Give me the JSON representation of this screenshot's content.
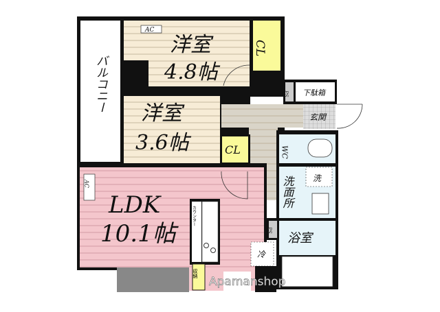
{
  "floorplan": {
    "balcony": "バルコニー",
    "bedroom1": {
      "name": "洋室",
      "size": "4.8帖"
    },
    "bedroom2": {
      "name": "洋室",
      "size": "3.6帖"
    },
    "closet1": "CL",
    "closet2": "CL",
    "ac1": "AC",
    "ac2": "AC",
    "ps1": "PS",
    "ps2": "PS",
    "shoe_box": "下駄箱",
    "entrance": "玄関",
    "wc": "WC",
    "washroom": "洗面所",
    "washer": "洗",
    "bathroom": "浴室",
    "ldk": {
      "name": "LDK",
      "size": "10.1帖"
    },
    "counter": "カウンター",
    "fridge": "冷",
    "storage": "収納",
    "watermark": "Apamanshop"
  },
  "colors": {
    "bedroom": "#f7ecd6",
    "closet": "#fafa9a",
    "ldk": "#f4c6cc",
    "hall": "#d9d4c8",
    "wet": "#e6f4f9",
    "wall": "#111111"
  }
}
